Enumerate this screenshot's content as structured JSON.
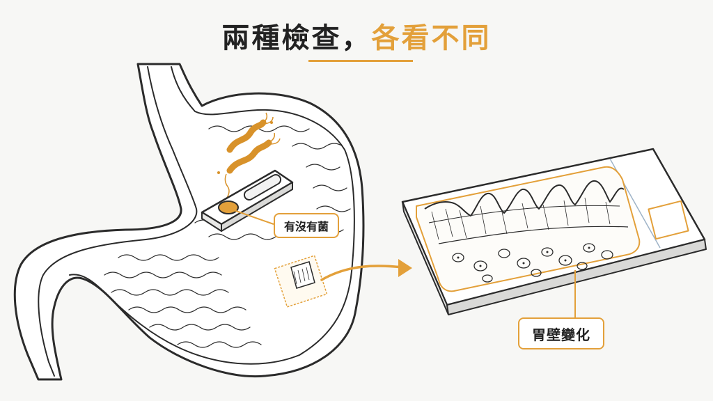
{
  "title": {
    "main": "兩種檢查，",
    "accent": "各看不同"
  },
  "labels": {
    "bacteria": "有沒有菌",
    "wall": "胃壁變化"
  },
  "colors": {
    "accent": "#e3a03a",
    "line": "#2b2b2b"
  },
  "icons": {
    "stomach": "stomach-outline-icon",
    "bacteria": "helicobacter-bacteria-icon",
    "test_cassette": "rapid-test-cassette-icon",
    "tissue_sample": "biopsy-tissue-icon",
    "microscope_slide": "histology-slide-icon",
    "arrow": "arrow-right-icon"
  }
}
